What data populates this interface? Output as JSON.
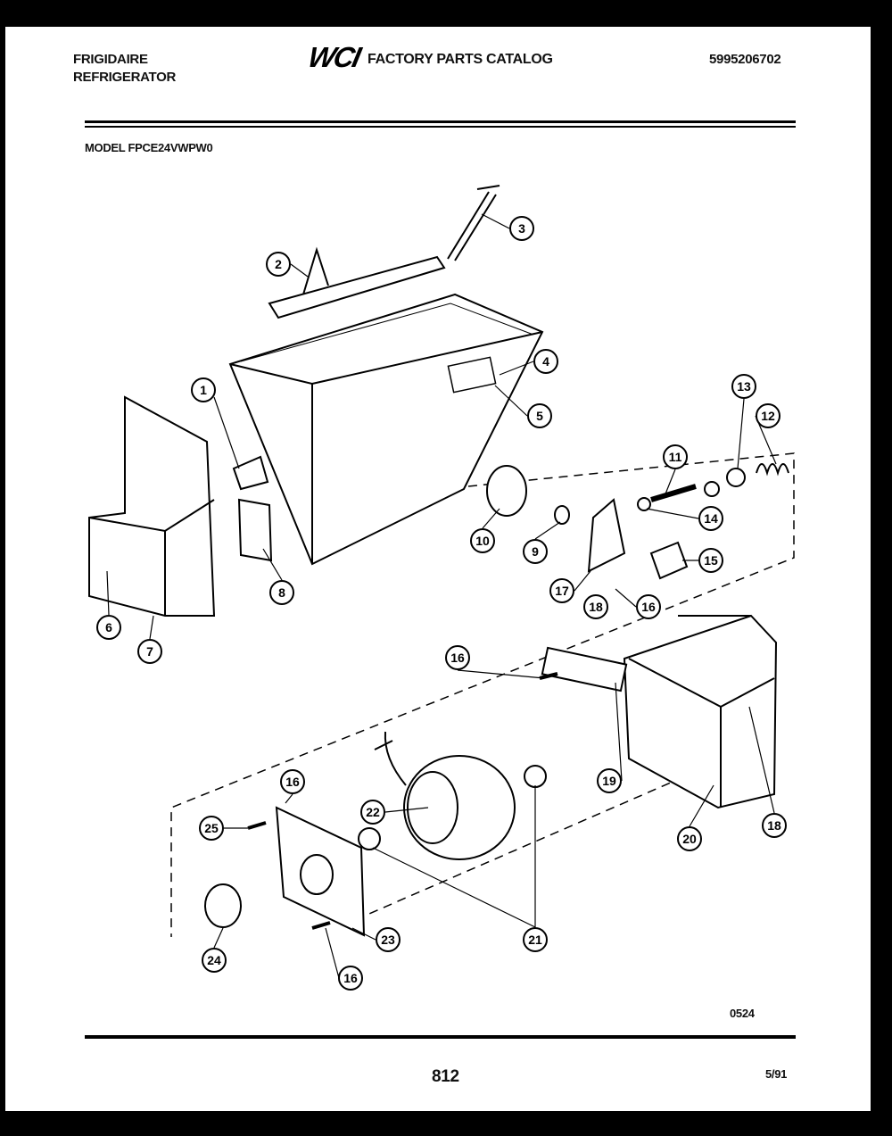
{
  "header": {
    "brand_line1": "FRIGIDAIRE",
    "brand_line2": "REFRIGERATOR",
    "logo": "WCI",
    "catalog_title": "FACTORY PARTS CATALOG",
    "catalog_number": "5995206702",
    "model": "MODEL FPCE24VWPW0"
  },
  "diagram": {
    "callouts": [
      "1",
      "2",
      "3",
      "4",
      "5",
      "6",
      "7",
      "8",
      "9",
      "10",
      "11",
      "12",
      "13",
      "14",
      "15",
      "16",
      "17",
      "18",
      "16",
      "19",
      "20",
      "18",
      "16",
      "22",
      "25",
      "21",
      "23",
      "24",
      "16"
    ],
    "figure_code": "0524"
  },
  "footer": {
    "page_number": "812",
    "date": "5/91"
  }
}
